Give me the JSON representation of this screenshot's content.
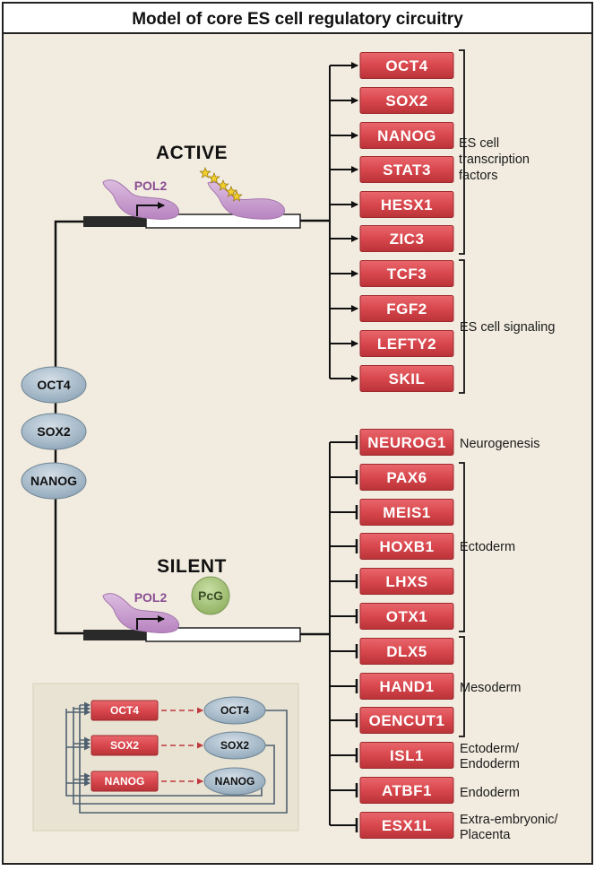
{
  "title": "Model of core ES cell regulatory circuitry",
  "factors": [
    "OCT4",
    "SOX2",
    "NANOG"
  ],
  "active": {
    "label": "ACTIVE",
    "pol2_label": "POL2",
    "targets": [
      "OCT4",
      "SOX2",
      "NANOG",
      "STAT3",
      "HESX1",
      "ZIC3",
      "TCF3",
      "FGF2",
      "LEFTY2",
      "SKIL"
    ],
    "groups": [
      {
        "label": "ES cell transcription factors",
        "lines": [
          "ES cell",
          "transcription",
          "factors"
        ]
      },
      {
        "label": "ES cell signaling",
        "lines": [
          "ES cell signaling"
        ]
      }
    ]
  },
  "silent": {
    "label": "SILENT",
    "pol2_label": "POL2",
    "pcg_label": "PcG",
    "targets": [
      "NEUROG1",
      "PAX6",
      "MEIS1",
      "HOXB1",
      "LHXS",
      "OTX1",
      "DLX5",
      "HAND1",
      "OENCUT1",
      "ISL1",
      "ATBF1",
      "ESX1L"
    ],
    "groups": [
      {
        "label": "Neurogenesis",
        "lines": [
          "Neurogenesis"
        ]
      },
      {
        "label": "Ectoderm",
        "lines": [
          "Ectoderm"
        ]
      },
      {
        "label": "Mesoderm",
        "lines": [
          "Mesoderm"
        ]
      },
      {
        "label": "Ectoderm/ Endoderm",
        "lines": [
          "Ectoderm/",
          "Endoderm"
        ]
      },
      {
        "label": "Endoderm",
        "lines": [
          "Endoderm"
        ]
      },
      {
        "label": "Extra-embryonic/ Placenta",
        "lines": [
          "Extra-embryonic/",
          "Placenta"
        ]
      }
    ]
  },
  "inset": {
    "genes": [
      "OCT4",
      "SOX2",
      "NANOG"
    ],
    "proteins": [
      "OCT4",
      "SOX2",
      "NANOG"
    ]
  },
  "colors": {
    "panel_bg": "#f2ece0",
    "gene_box": "#d8474d",
    "oval": "#a9bccb",
    "pol2": "#caa0cf",
    "pcg": "#a8c67d",
    "star": "#f2cf2a",
    "inset_bg": "#e9e3d3"
  }
}
